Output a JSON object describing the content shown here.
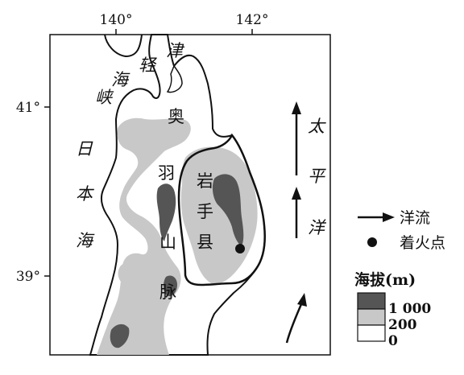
{
  "coordinates": {
    "lon_140": "140°",
    "lon_142": "142°",
    "lat_41": "41°",
    "lat_39": "39°"
  },
  "places": {
    "tsugaru_strait": [
      "津",
      "轻",
      "海",
      "峡"
    ],
    "sea_of_japan": [
      "日",
      "本",
      "海"
    ],
    "ou_mountains": [
      "奥",
      "羽",
      "山",
      "脉"
    ],
    "iwate_prefecture": [
      "岩",
      "手",
      "县"
    ],
    "pacific_ocean": [
      "太",
      "平",
      "洋"
    ]
  },
  "legend": {
    "current_label": "洋流",
    "volcano_label": "着火点",
    "elevation_title": "海拔(m)",
    "elevation_levels": [
      "1 000",
      "200",
      "0"
    ]
  },
  "colors": {
    "land": "#ffffff",
    "mid_elevation": "#c8c8c8",
    "high_elevation": "#555555",
    "ink": "#111111"
  }
}
